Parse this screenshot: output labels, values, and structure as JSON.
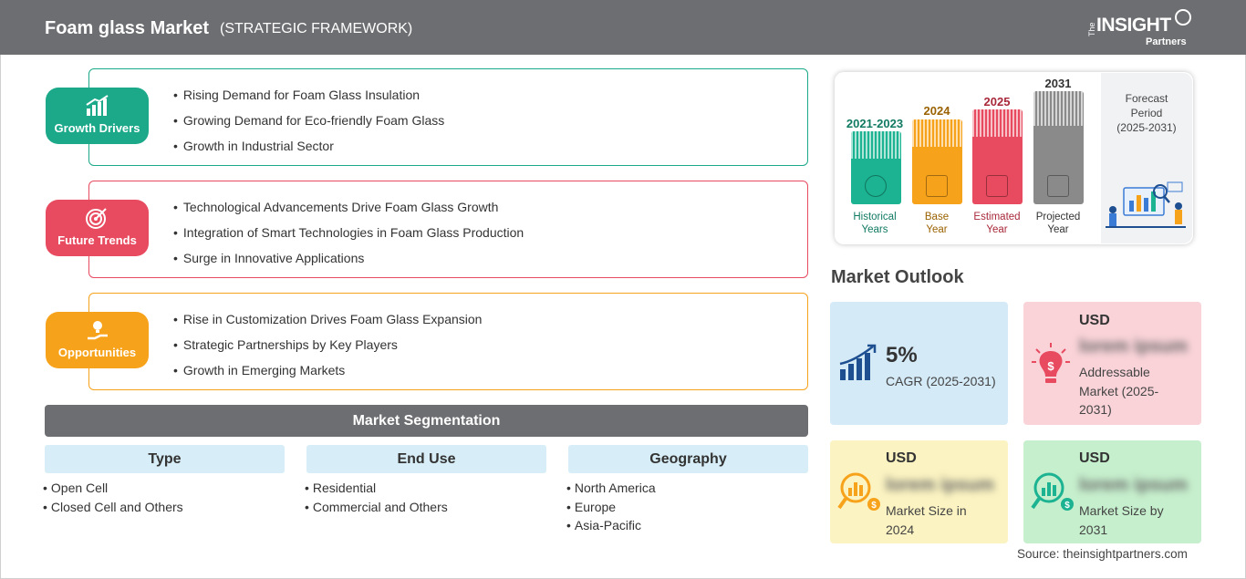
{
  "header": {
    "title": "Foam glass Market",
    "subtitle": "(STRATEGIC FRAMEWORK)",
    "logo": {
      "the": "The",
      "brand": "INSIGHT",
      "partners": "Partners"
    }
  },
  "framework": {
    "growth_drivers": {
      "label": "Growth Drivers",
      "color": "#1ba98a",
      "items": [
        "Rising Demand for Foam Glass Insulation",
        "Growing Demand for Eco-friendly Foam Glass",
        "Growth in Industrial Sector"
      ]
    },
    "future_trends": {
      "label": "Future Trends",
      "color": "#e84a5f",
      "items": [
        "Technological Advancements Drive Foam Glass Growth",
        "Integration of Smart Technologies in Foam Glass Production",
        "Surge in Innovative Applications"
      ]
    },
    "opportunities": {
      "label": "Opportunities",
      "color": "#f7a21b",
      "items": [
        "Rise in Customization Drives Foam Glass Expansion",
        "Strategic Partnerships by Key Players",
        "Growth in Emerging Markets"
      ]
    }
  },
  "segmentation": {
    "title": "Market Segmentation",
    "columns": [
      {
        "heading": "Type",
        "items": [
          "Open Cell",
          "Closed Cell and Others"
        ]
      },
      {
        "heading": "End Use",
        "items": [
          "Residential",
          "Commercial and Others"
        ]
      },
      {
        "heading": "Geography",
        "items": [
          "North America",
          "Europe",
          "Asia-Pacific"
        ]
      }
    ]
  },
  "timeline": {
    "bars": [
      {
        "year": "2021-2023",
        "caption1": "Historical",
        "caption2": "Years",
        "color": "#1bb391",
        "year_color": "#117a63"
      },
      {
        "year": "2024",
        "caption1": "Base",
        "caption2": "Year",
        "color": "#f7a21b",
        "year_color": "#9a6200"
      },
      {
        "year": "2025",
        "caption1": "Estimated",
        "caption2": "Year",
        "color": "#e84a5f",
        "year_color": "#a8283a"
      },
      {
        "year": "2031",
        "caption1": "Projected",
        "caption2": "Year",
        "color": "#8a8a8a",
        "year_color": "#333333"
      }
    ],
    "forecast": {
      "line1": "Forecast",
      "line2": "Period",
      "line3": "(2025-2031)"
    }
  },
  "outlook": {
    "title": "Market Outlook",
    "cagr": {
      "value": "5%",
      "label": "CAGR (2025-2031)",
      "color": "#d4eaf7"
    },
    "addressable": {
      "currency": "USD",
      "value": "lorem ipsum",
      "line1": "Addressable",
      "line2": "Market (2025-",
      "line3": "2031)",
      "color": "#f9d3d8"
    },
    "size_2024": {
      "currency": "USD",
      "value": "lorem ipsum",
      "line1": "Market Size in",
      "line2": "2024",
      "color": "#fbf3c1"
    },
    "size_2031": {
      "currency": "USD",
      "value": "lorem ipsum",
      "line1": "Market Size by",
      "line2": "2031",
      "color": "#c6efcd"
    }
  },
  "source": "Source: theinsightpartners.com"
}
